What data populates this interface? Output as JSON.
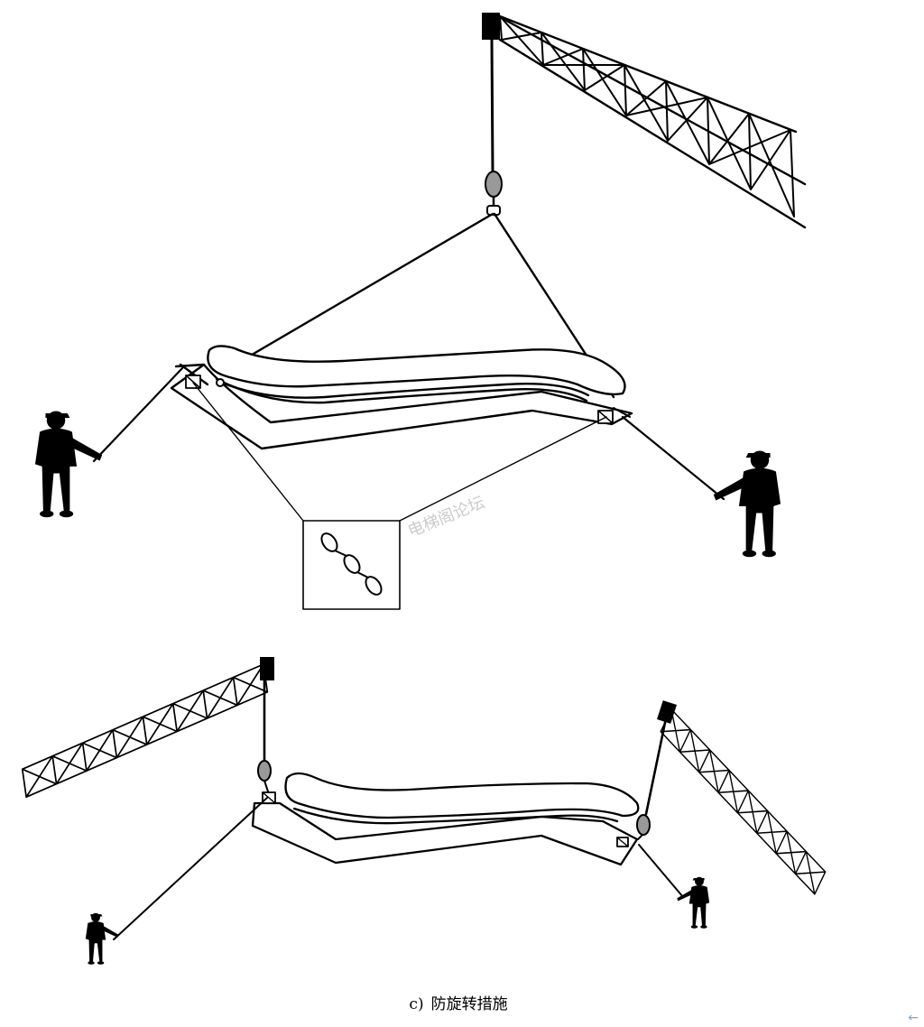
{
  "caption": {
    "label": "c)",
    "text": "防旋转措施"
  },
  "watermark": "电梯阁论坛",
  "nav": {
    "icon": "arrow-left-icon",
    "glyph": "←"
  }
}
